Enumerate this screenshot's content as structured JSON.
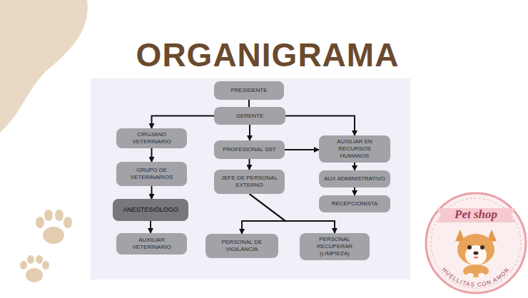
{
  "diagram": {
    "title": "ORGANIGRAMA",
    "nodes": [
      {
        "text": [
          "PRESIDENTE"
        ]
      },
      {
        "text": [
          "GERENTE"
        ]
      },
      {
        "text": [
          "CIRUJANO VETERINARIO"
        ]
      },
      {
        "text": [
          "PROFESIONAL SST"
        ]
      },
      {
        "text": [
          "AUXILIAR EN RECURSOS HUMANOS"
        ]
      },
      {
        "text": [
          "GRUPO DE VETERINARIOS"
        ]
      },
      {
        "text": [
          "JEFE DE PERSONAL EXTERNO"
        ]
      },
      {
        "text": [
          "AUX ADMINISTRATIVO"
        ]
      },
      {
        "text": [
          "ANESTESIÓLOGO"
        ]
      },
      {
        "text": [
          "RECEPCIONISTA"
        ]
      },
      {
        "text": [
          "AUXILIAR VETERINARIO"
        ]
      },
      {
        "text": [
          "PERSONAL DE VIGILANCIA"
        ]
      },
      {
        "text": [
          "PERSONAL RECUPERAR (LIMPIEZA)"
        ]
      }
    ],
    "edges": [
      {
        "from": 0,
        "to": 1,
        "arrow": "none"
      },
      {
        "from": 1,
        "to": 2,
        "arrow": "to"
      },
      {
        "from": 1,
        "to": 3,
        "arrow": "to"
      },
      {
        "from": 1,
        "to": 4,
        "arrow": "to"
      },
      {
        "from": 2,
        "to": 5,
        "arrow": "to"
      },
      {
        "from": 5,
        "to": 8,
        "arrow": "to"
      },
      {
        "from": 8,
        "to": 10,
        "arrow": "to"
      },
      {
        "from": 3,
        "to": 4,
        "arrow": "to"
      },
      {
        "from": 3,
        "to": 6,
        "arrow": "to"
      },
      {
        "from": 4,
        "to": 7,
        "arrow": "to"
      },
      {
        "from": 7,
        "to": 9,
        "arrow": "to"
      },
      {
        "from": 6,
        "to": 11,
        "arrow": "to"
      },
      {
        "from": 6,
        "to": 12,
        "arrow": "to"
      }
    ],
    "labels": [
      "Pet shop",
      "HUELLITAS CON AMOR"
    ]
  }
}
